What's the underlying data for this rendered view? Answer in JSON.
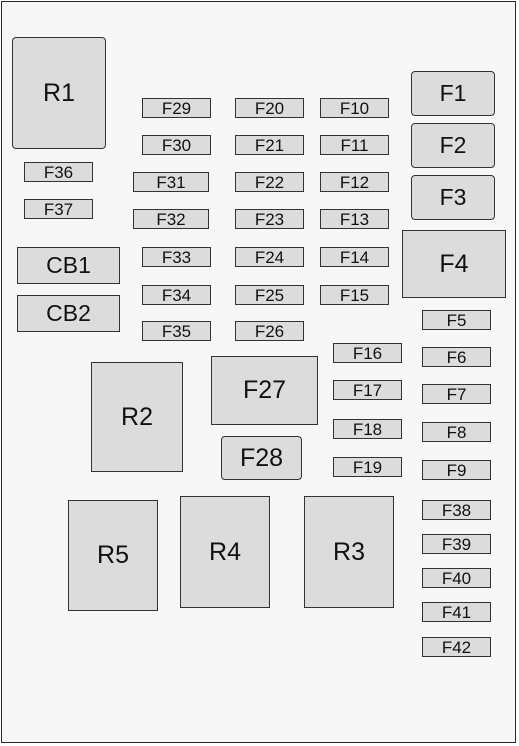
{
  "colors": {
    "box_fill": "#dcdcdc",
    "box_border": "#333333",
    "background": "#f7f7f7"
  },
  "relays": {
    "r1": "R1",
    "r2": "R2",
    "r3": "R3",
    "r4": "R4",
    "r5": "R5"
  },
  "breakers": {
    "cb1": "CB1",
    "cb2": "CB2"
  },
  "fuses": {
    "f1": "F1",
    "f2": "F2",
    "f3": "F3",
    "f4": "F4",
    "f5": "F5",
    "f6": "F6",
    "f7": "F7",
    "f8": "F8",
    "f9": "F9",
    "f10": "F10",
    "f11": "F11",
    "f12": "F12",
    "f13": "F13",
    "f14": "F14",
    "f15": "F15",
    "f16": "F16",
    "f17": "F17",
    "f18": "F18",
    "f19": "F19",
    "f20": "F20",
    "f21": "F21",
    "f22": "F22",
    "f23": "F23",
    "f24": "F24",
    "f25": "F25",
    "f26": "F26",
    "f27": "F27",
    "f28": "F28",
    "f29": "F29",
    "f30": "F30",
    "f31": "F31",
    "f32": "F32",
    "f33": "F33",
    "f34": "F34",
    "f35": "F35",
    "f36": "F36",
    "f37": "F37",
    "f38": "F38",
    "f39": "F39",
    "f40": "F40",
    "f41": "F41",
    "f42": "F42"
  }
}
